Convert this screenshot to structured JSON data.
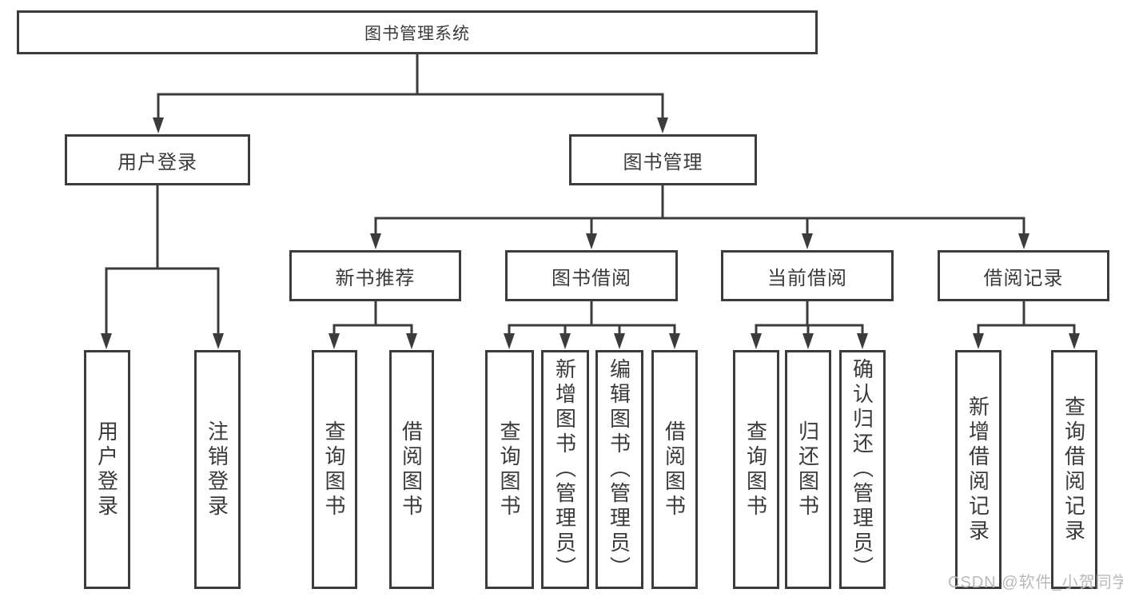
{
  "tree": {
    "root": {
      "label": "图书管理系统"
    },
    "branches": [
      {
        "label": "用户登录",
        "leaves": [
          {
            "label": "用户登录"
          },
          {
            "label": "注销登录"
          }
        ]
      },
      {
        "label": "图书管理",
        "groups": [
          {
            "label": "新书推荐",
            "leaves": [
              {
                "label": "查询图书"
              },
              {
                "label": "借阅图书"
              }
            ]
          },
          {
            "label": "图书借阅",
            "leaves": [
              {
                "label": "查询图书"
              },
              {
                "label": "新增图书（管理员）"
              },
              {
                "label": "编辑图书（管理员）"
              },
              {
                "label": "借阅图书"
              }
            ]
          },
          {
            "label": "当前借阅",
            "leaves": [
              {
                "label": "查询图书"
              },
              {
                "label": "归还图书"
              },
              {
                "label": "确认归还（管理员）"
              }
            ]
          },
          {
            "label": "借阅记录",
            "leaves": [
              {
                "label": "新增借阅记录"
              },
              {
                "label": "查询借阅记录"
              }
            ]
          }
        ]
      }
    ]
  },
  "watermark": {
    "text": "CSDN @软件_小贺同学"
  },
  "colors": {
    "line": "#3b3b3b",
    "text": "#3a3a3a",
    "watermark": "#b9b9b9",
    "background": "#ffffff"
  }
}
